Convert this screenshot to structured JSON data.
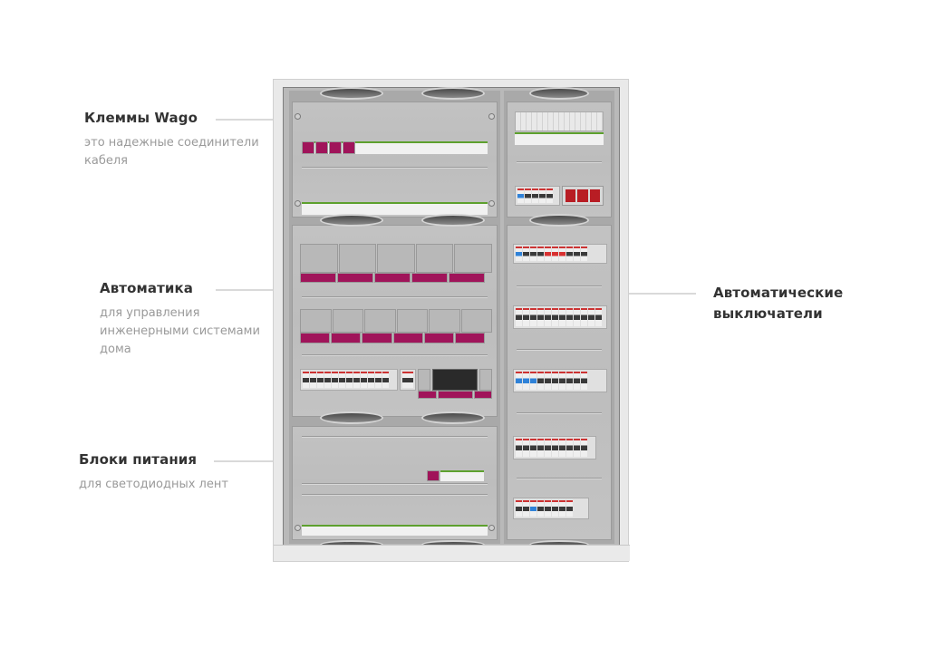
{
  "annotations": {
    "wago": {
      "title": "Клеммы Wago",
      "description_line1": "это надежные соединители",
      "description_line2": "кабеля"
    },
    "automation": {
      "title": "Автоматика",
      "description_line1": "для управления",
      "description_line2": "инженерными системами",
      "description_line3": "дома"
    },
    "power_supplies": {
      "title": "Блоки питания",
      "description_line1": "для светодиодных лент"
    },
    "circuit_breakers": {
      "title_line1": "Автоматические",
      "title_line2": "выключатели"
    }
  },
  "colors": {
    "title_text": "#333333",
    "description_text": "#9a9a9a",
    "pointer": "#d9d9d9",
    "module_magenta": "#a0145a",
    "label_green": "#5da02e",
    "breaker_blue": "#2f82d8",
    "breaker_red": "#d83030"
  }
}
